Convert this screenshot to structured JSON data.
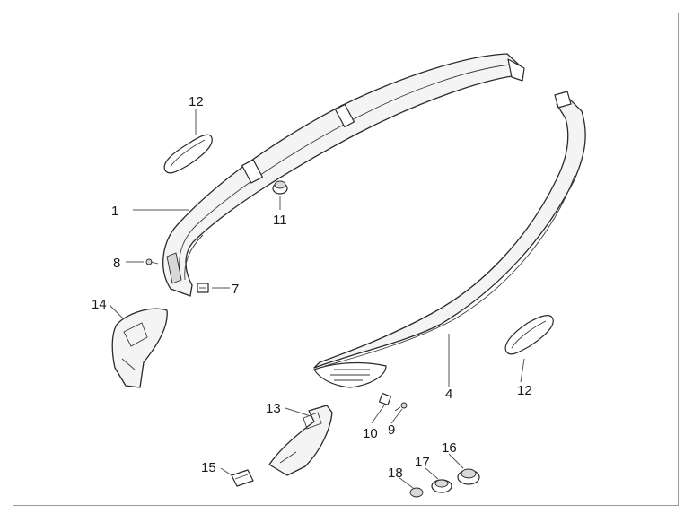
{
  "diagram": {
    "callouts": [
      {
        "id": "c1",
        "label": "1"
      },
      {
        "id": "c4",
        "label": "4"
      },
      {
        "id": "c7",
        "label": "7"
      },
      {
        "id": "c8",
        "label": "8"
      },
      {
        "id": "c9",
        "label": "9"
      },
      {
        "id": "c10",
        "label": "10"
      },
      {
        "id": "c11",
        "label": "11"
      },
      {
        "id": "c12a",
        "label": "12"
      },
      {
        "id": "c12b",
        "label": "12"
      },
      {
        "id": "c13",
        "label": "13"
      },
      {
        "id": "c14",
        "label": "14"
      },
      {
        "id": "c15",
        "label": "15"
      },
      {
        "id": "c16",
        "label": "16"
      },
      {
        "id": "c17",
        "label": "17"
      },
      {
        "id": "c18",
        "label": "18"
      }
    ]
  }
}
